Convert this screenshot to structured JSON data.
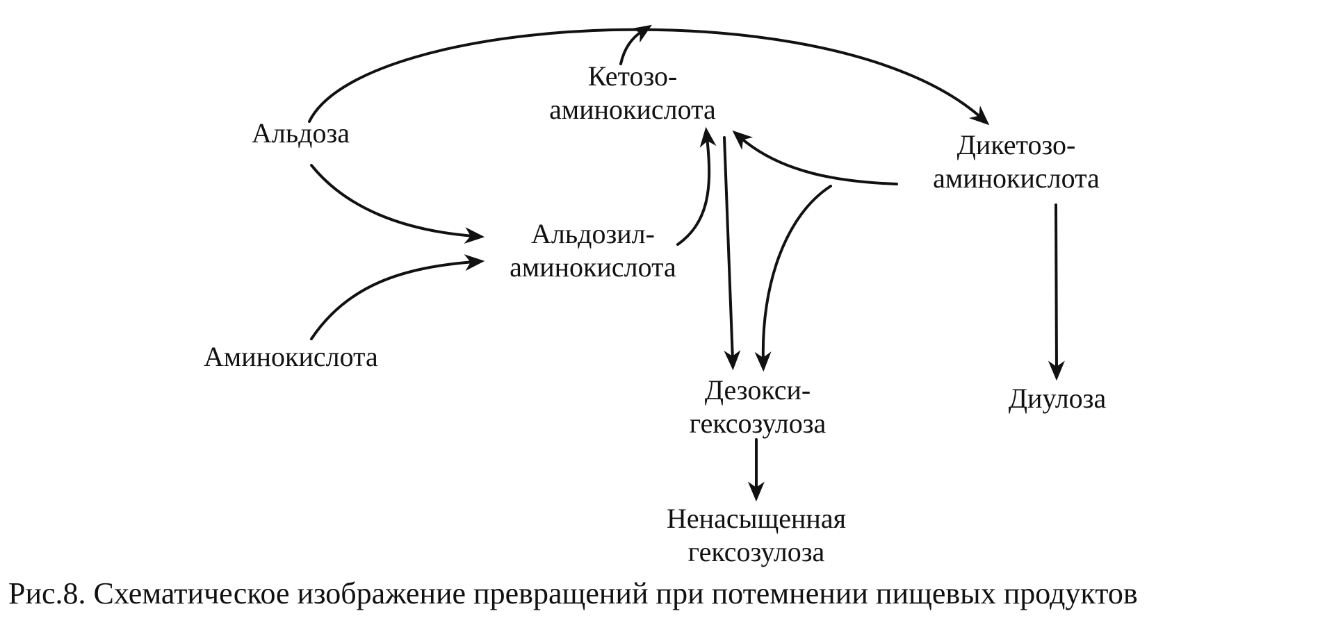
{
  "nodes": {
    "aldoza": "Альдоза",
    "aminokislota": "Аминокислота",
    "aldozil": [
      "Альдозил-",
      "аминокислота"
    ],
    "ketozo": [
      "Кетозо-",
      "аминокислота"
    ],
    "diketozo": [
      "Дикетозо-",
      "аминокислота"
    ],
    "dezoksi": [
      "Дезокси-",
      "гексозулоза"
    ],
    "diuloza": "Диулоза",
    "nenasyshchennaya": [
      "Ненасыщенная",
      "гексозулоза"
    ]
  },
  "caption": "Рис.8. Схематическое изображение превращений при потемнении пищевых продуктов",
  "colors": {
    "ink": "#111111",
    "background": "#ffffff"
  }
}
